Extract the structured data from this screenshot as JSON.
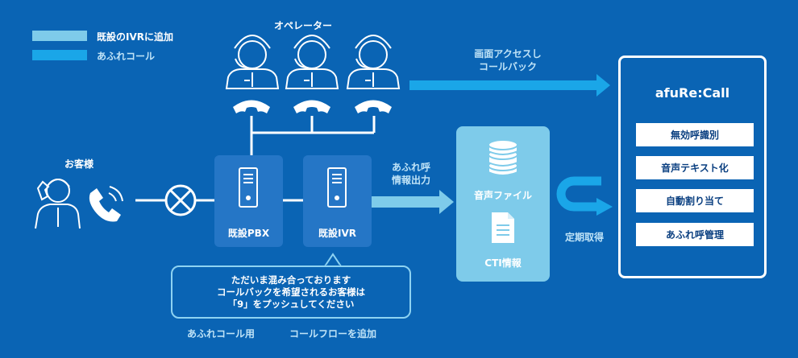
{
  "legend": {
    "items": [
      {
        "label": "既設のIVRに追加",
        "color": "#7ecbea"
      },
      {
        "label": "あふれコール",
        "color": "#1aa6e8"
      }
    ]
  },
  "operators": {
    "title": "オペレーター"
  },
  "customer": {
    "title": "お客様"
  },
  "systems": {
    "pbx": "既設PBX",
    "ivr": "既設IVR"
  },
  "overflow_output": {
    "line1": "あふれ呼",
    "line2": "情報出力"
  },
  "screen_access": {
    "line1": "画面アクセスし",
    "line2": "コールバック"
  },
  "files": {
    "audio": "音声ファイル",
    "cti": "CTI情報"
  },
  "periodic": "定期取得",
  "app": {
    "title": "afuRe:Call",
    "features": [
      "無効呼識別",
      "音声テキスト化",
      "自動割り当て",
      "あふれ呼管理"
    ]
  },
  "bubble": {
    "lines": [
      "ただいま混み合っております",
      "コールバックを希望されるお客様は",
      "「9」をプッシュしてください"
    ]
  },
  "footer": {
    "left": "あふれコール用",
    "right": "コールフローを追加"
  },
  "colors": {
    "background": "#0a64b4",
    "light_cyan": "#7ecbea",
    "bright_blue": "#1aa6e8",
    "server_box": "#2576c6"
  }
}
